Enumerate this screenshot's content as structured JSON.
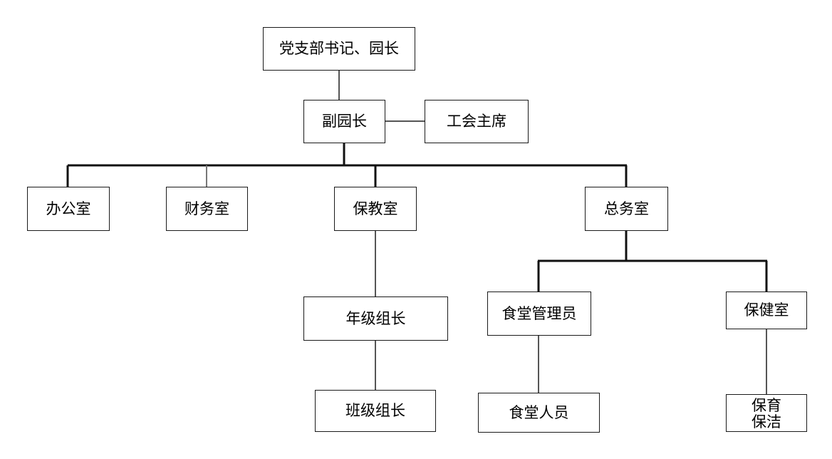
{
  "nodes": {
    "secretary": "党支部书记、园长",
    "vice_principal": "副园长",
    "union_chair": "工会主席",
    "office": "办公室",
    "finance": "财务室",
    "care_education": "保教室",
    "general_affairs": "总务室",
    "grade_leader": "年级组长",
    "canteen_manager": "食堂管理员",
    "health_room": "保健室",
    "class_leader": "班级组长",
    "canteen_staff": "食堂人员",
    "childcare_line1": "保育",
    "childcare_line2": "保洁"
  },
  "colors": {
    "line": "#1a1a1a",
    "thin_line": "#666666",
    "border": "#1a1a1a",
    "background": "#ffffff"
  }
}
